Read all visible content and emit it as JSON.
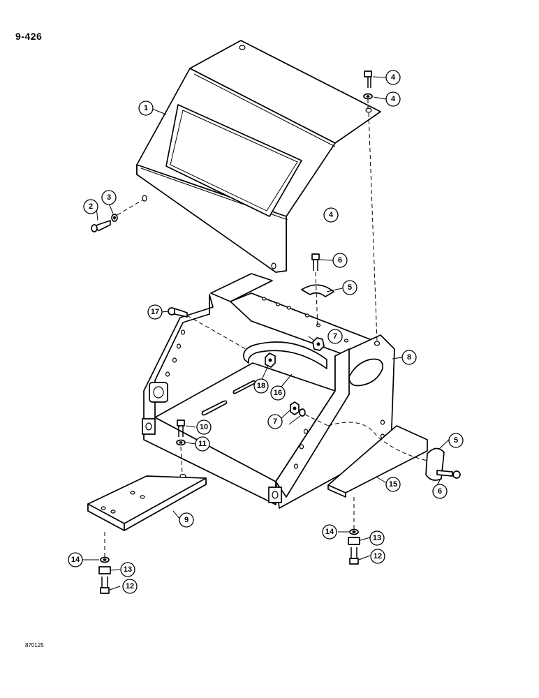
{
  "page_number": "9-426",
  "drawing_code": "870125",
  "callouts": [
    "1",
    "2",
    "3",
    "4",
    "4",
    "4",
    "5",
    "5",
    "6",
    "6",
    "7",
    "7",
    "8",
    "9",
    "10",
    "11",
    "12",
    "12",
    "13",
    "13",
    "14",
    "14",
    "15",
    "16",
    "17",
    "18"
  ]
}
